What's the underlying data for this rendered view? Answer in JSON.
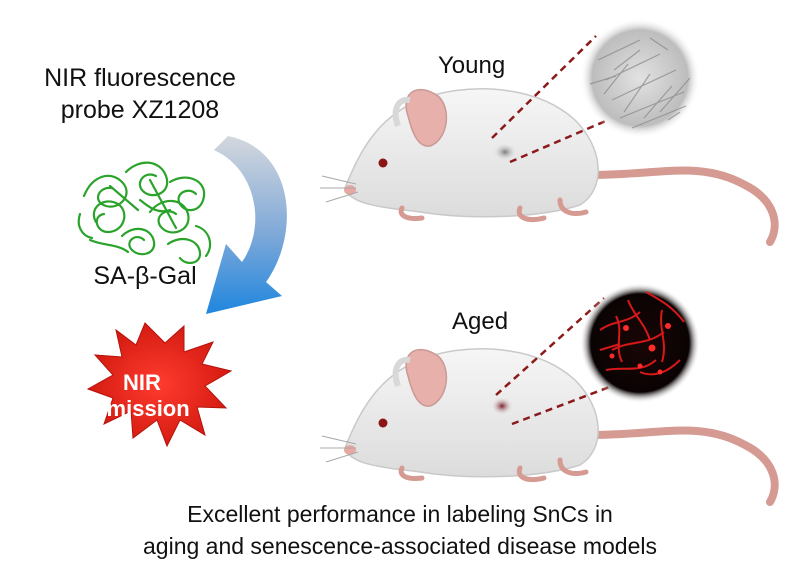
{
  "probe": {
    "line1": "NIR fluorescence",
    "line2": "probe XZ1208"
  },
  "enzyme": {
    "label": "SA-β-Gal",
    "icon": "protein-structure-icon"
  },
  "emission": {
    "line1": "NIR",
    "line2": "emission",
    "color": "#e8231a"
  },
  "panels": {
    "young": {
      "label": "Young",
      "inset": "grayscale-cell-micrograph"
    },
    "aged": {
      "label": "Aged",
      "inset": "red-fluorescence-cell-micrograph"
    }
  },
  "caption": {
    "line1": "Excellent performance in labeling SnCs in",
    "line2": "aging and senescence-associated disease models"
  },
  "colors": {
    "arrow_start": "#c7cbd3",
    "arrow_end": "#1f86de",
    "connector": "#8b1a1a",
    "burst": "#e8231a"
  }
}
